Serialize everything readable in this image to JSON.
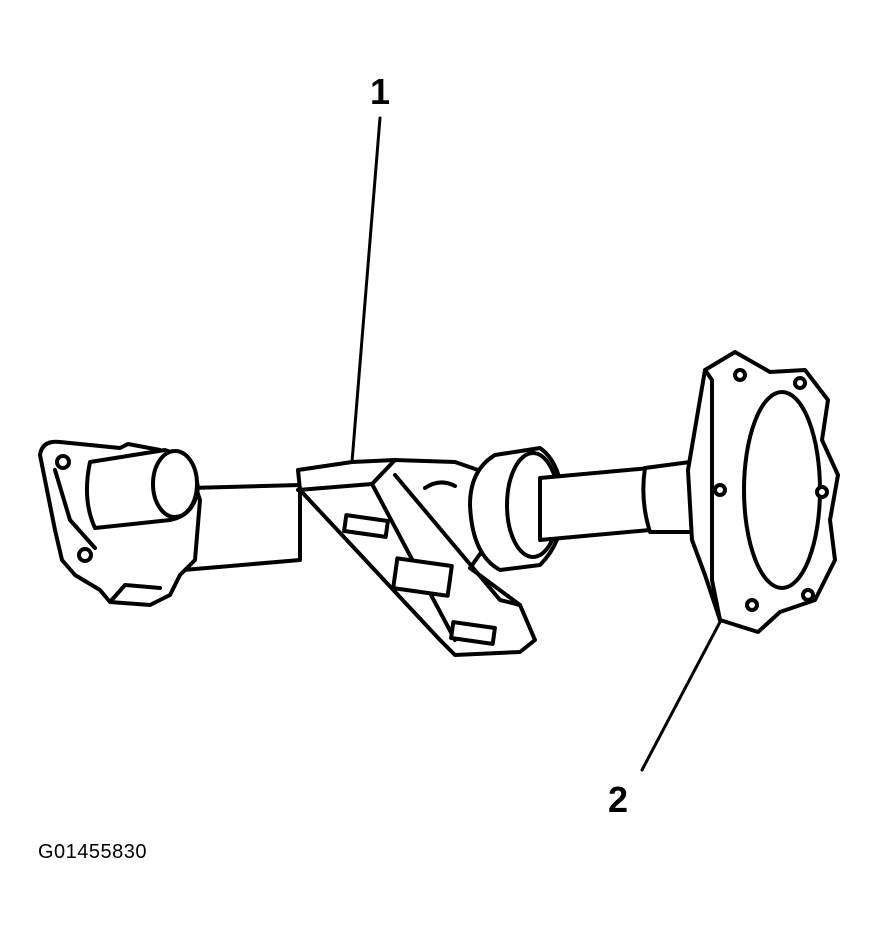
{
  "callouts": [
    {
      "number": "1"
    },
    {
      "number": "2"
    }
  ],
  "figure_id": "G01455830",
  "colors": {
    "ink": "#000000",
    "paper": "#ffffff"
  }
}
